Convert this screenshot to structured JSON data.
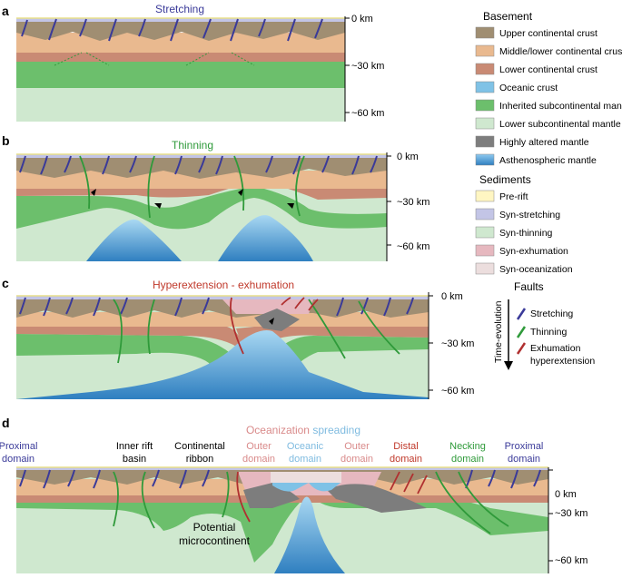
{
  "panels": {
    "a": {
      "letter": "a",
      "title": "Stretching",
      "title_color": "#3a3a99",
      "depths": [
        "0 km",
        "~30 km",
        "~60 km"
      ]
    },
    "b": {
      "letter": "b",
      "title": "Thinning",
      "title_color": "#2f9a3a",
      "depths": [
        "0 km",
        "~30 km",
        "~60 km"
      ]
    },
    "c": {
      "letter": "c",
      "title": "Hyperextension - exhumation",
      "title_color": "#c0392b",
      "depths": [
        "0 km",
        "~30 km",
        "~60 km"
      ]
    },
    "d": {
      "letter": "d",
      "title_part1": "Oceanization",
      "title_part1_color": "#d98a8a",
      "title_part2": "spreading",
      "title_part2_color": "#7fbbe0",
      "depths": [
        "0 km",
        "~30 km",
        "~60 km"
      ],
      "domains": [
        {
          "l1": "Proximal",
          "l2": "domain",
          "color": "#3a3a99"
        },
        {
          "l1": "Inner rift",
          "l2": "basin",
          "color": "#000000"
        },
        {
          "l1": "Continental",
          "l2": "ribbon",
          "color": "#000000"
        },
        {
          "l1": "Outer",
          "l2": "domain",
          "color": "#d98a8a"
        },
        {
          "l1": "Oceanic",
          "l2": "domain",
          "color": "#7fbbe0"
        },
        {
          "l1": "Outer",
          "l2": "domain",
          "color": "#d98a8a"
        },
        {
          "l1": "Distal",
          "l2": "domain",
          "color": "#c0392b"
        },
        {
          "l1": "Necking",
          "l2": "domain",
          "color": "#2f9a3a"
        },
        {
          "l1": "Proximal",
          "l2": "domain",
          "color": "#3a3a99"
        }
      ],
      "annotation_l1": "Potential",
      "annotation_l2": "microcontinent"
    }
  },
  "legend": {
    "basement_title": "Basement",
    "basement": [
      {
        "label": "Upper continental crust",
        "color": "#a08e72"
      },
      {
        "label": "Middle/lower continental crust",
        "color": "#e9b98f"
      },
      {
        "label": "Lower continental crust",
        "color": "#c98a74"
      },
      {
        "label": "Oceanic crust",
        "color": "#7fc2e6"
      },
      {
        "label": "Inherited subcontinental mantle",
        "color": "#6cbf6c"
      },
      {
        "label": "Lower subcontinental mantle",
        "color": "#cfe8cf"
      },
      {
        "label": "Highly altered mantle",
        "color": "#7d7d7d"
      },
      {
        "label": "Asthenospheric mantle",
        "color": "#3b8fcc"
      }
    ],
    "sediments_title": "Sediments",
    "sediments": [
      {
        "label": "Pre-rift",
        "color": "#fff6c2"
      },
      {
        "label": "Syn-stretching",
        "color": "#c3c5e6"
      },
      {
        "label": "Syn-thinning",
        "color": "#cfe8cf"
      },
      {
        "label": "Syn-exhumation",
        "color": "#e6b8bf"
      },
      {
        "label": "Syn-oceanization",
        "color": "#ecdede"
      }
    ],
    "faults_title": "Faults",
    "time_label": "Time-evolution",
    "faults": [
      {
        "label": "Stretching",
        "color": "#3a3a99"
      },
      {
        "label": "Thinning",
        "color": "#2f9a3a"
      },
      {
        "label": "Exhumation",
        "color": "#b03030"
      }
    ],
    "faults_extra": "hyperextension"
  }
}
